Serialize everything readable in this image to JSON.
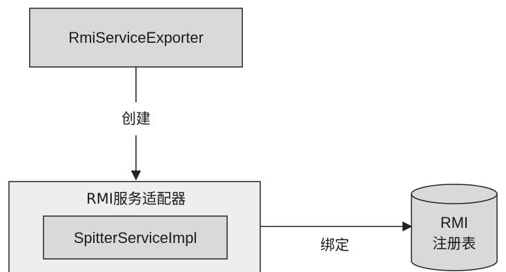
{
  "nodes": {
    "exporter": {
      "label": "RmiServiceExporter"
    },
    "adapter": {
      "label": "RMI服务适配器"
    },
    "impl": {
      "label": "SpitterServiceImpl"
    },
    "registry": {
      "label_line1": "RMI",
      "label_line2": "注册表"
    }
  },
  "edges": {
    "create": {
      "label": "创建"
    },
    "bind": {
      "label": "绑定"
    }
  },
  "colors": {
    "box_fill_dark": "#d9d9d9",
    "box_fill_light": "#eeeeee",
    "stroke": "#222222",
    "registry_fill": "#d9d9d9"
  }
}
